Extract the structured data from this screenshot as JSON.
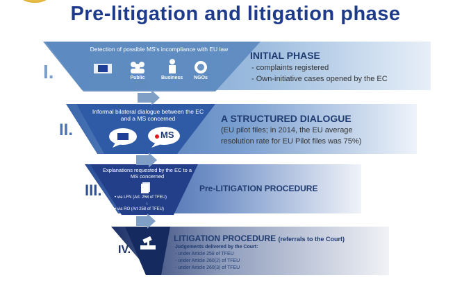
{
  "title": "Pre-litigation and litigation phase",
  "phases": [
    {
      "numeral": "I.",
      "funnel_text": "Detection of possible MS's incompliance with EU law",
      "icon_labels": [
        "Public",
        "Business",
        "NGOs"
      ],
      "heading": "INITIAL PHASE",
      "details": [
        "- complaints registered",
        "- Own-initiative cases opened by the EC"
      ]
    },
    {
      "numeral": "II.",
      "funnel_text": "Informal bilateral dialogue between the EC and a MS concerned",
      "bubble_label": "MS",
      "heading": "A STRUCTURED DIALOGUE",
      "details": [
        "(EU pilot files; in 2014, the EU average",
        "resolution rate for EU Pilot files was 75%)"
      ]
    },
    {
      "numeral": "III.",
      "funnel_text": "Explanations requested by the EC to a MS concerned",
      "via1": "• via LFN (Art. 258 of TFEU)",
      "via2": "• via RO (Art 258 of TFEU)",
      "heading": "Pre-LITIGATION PROCEDURE"
    },
    {
      "numeral": "IV.",
      "heading": "LITIGATION PROCEDURE",
      "heading_suffix": "(referrals to the Court)",
      "sub": "Judgements delivered by the Court:",
      "details": [
        "- under Article 258 of TFEU",
        "- under Article 260(2) of TFEU",
        "- under Article 260(3) of TFEU"
      ]
    }
  ]
}
